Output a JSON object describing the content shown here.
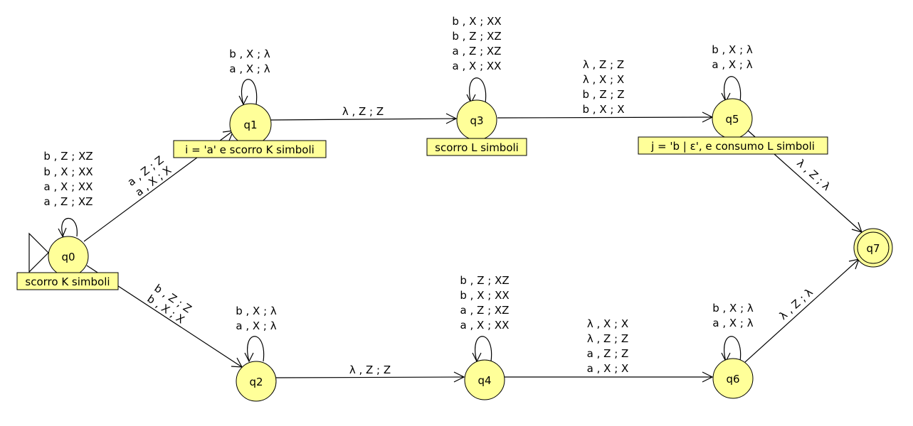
{
  "states": {
    "q0": {
      "label": "q0"
    },
    "q1": {
      "label": "q1"
    },
    "q2": {
      "label": "q2"
    },
    "q3": {
      "label": "q3"
    },
    "q4": {
      "label": "q4"
    },
    "q5": {
      "label": "q5"
    },
    "q6": {
      "label": "q6"
    },
    "q7": {
      "label": "q7"
    }
  },
  "notes": {
    "q0": "scorro K simboli",
    "q1": "i = 'a' e scorro K simboli",
    "q3": "scorro L simboli",
    "q5": "j = 'b | ε', e consumo L simboli"
  },
  "transitions": {
    "q0_loop": [
      "b , Z ; XZ",
      "b , X ; XX",
      "a , X ; XX",
      "a , Z ; XZ"
    ],
    "q0_q1": [
      "a , Z ; Z",
      "a , X ; X"
    ],
    "q0_q2": [
      "b , Z ; Z",
      "b , X ; X"
    ],
    "q1_loop": [
      "b , X ; λ",
      "a , X ; λ"
    ],
    "q1_q3": [
      "λ , Z ; Z"
    ],
    "q2_loop": [
      "b , X ; λ",
      "a , X ; λ"
    ],
    "q2_q4": [
      "λ , Z ; Z"
    ],
    "q3_loop": [
      "b , X ; XX",
      "b , Z ; XZ",
      "a , Z ; XZ",
      "a , X ; XX"
    ],
    "q3_q5": [
      "λ , Z ; Z",
      "λ , X ; X",
      "b , Z ; Z",
      "b , X ; X"
    ],
    "q4_loop": [
      "b , Z ; XZ",
      "b , X ; XX",
      "a , Z ; XZ",
      "a , X ; XX"
    ],
    "q4_q6": [
      "λ , X ; X",
      "λ , Z ; Z",
      "a , Z ; Z",
      "a , X ; X"
    ],
    "q5_loop": [
      "b , X ; λ",
      "a , X ; λ"
    ],
    "q5_q7": [
      "λ , Z ; λ"
    ],
    "q6_loop": [
      "b , X ; λ",
      "a , X ; λ"
    ],
    "q6_q7": [
      "λ , Z ; λ"
    ]
  }
}
